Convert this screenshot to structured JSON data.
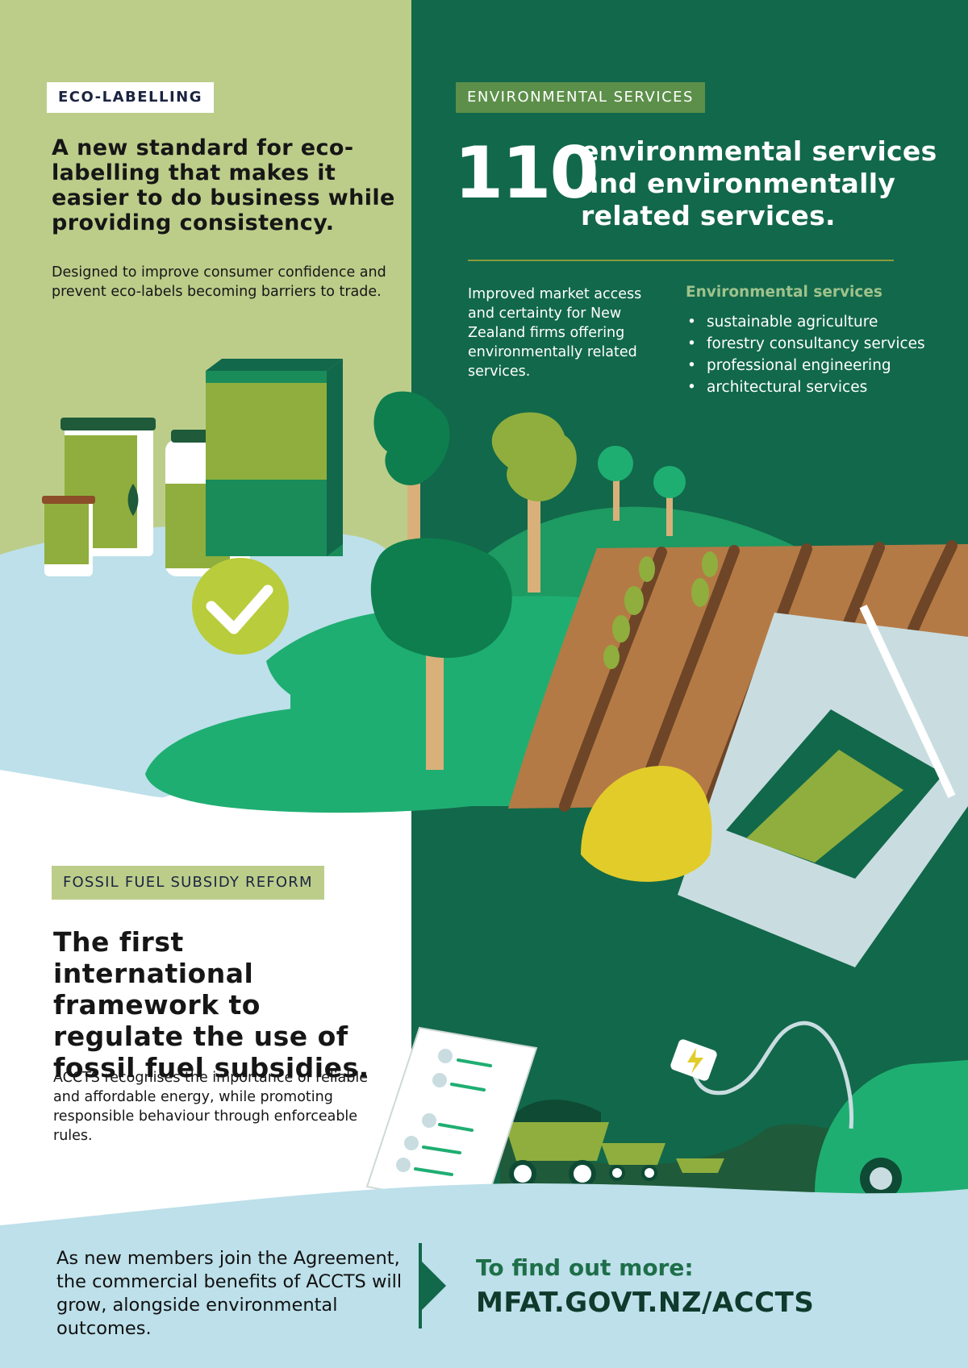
{
  "eco_labelling": {
    "tag": "ECO-LABELLING",
    "headline": "A new standard for eco-labelling that makes it easier to do business while providing consistency.",
    "body": "Designed to improve consumer confidence and prevent eco-labels becoming barriers to trade."
  },
  "environmental_services": {
    "tag": "ENVIRONMENTAL SERVICES",
    "number": "110",
    "headline": "environmental services and environmentally related services.",
    "body": "Improved market access and certainty for New Zealand firms offering environmentally related services.",
    "list_title": "Environmental services",
    "list": [
      "sustainable agriculture",
      "forestry consultancy services",
      "professional engineering",
      "architectural services"
    ]
  },
  "fossil_fuel": {
    "tag": "FOSSIL FUEL SUBSIDY REFORM",
    "headline": "The first international framework to regulate the use of fossil fuel subsidies.",
    "body": "ACCTS recognises the importance of reliable and affordable energy, while promoting responsible behaviour through enforceable rules."
  },
  "footer": {
    "text": "As new members join the Agreement, the commercial benefits of ACCTS will grow, alongside environmental outcomes.",
    "cta_label": "To find out more:",
    "cta_url": "MFAT.GOVT.NZ/ACCTS"
  },
  "colors": {
    "olive_panel": "#bccd8a",
    "dark_green": "#12684a",
    "mid_green": "#1fae72",
    "light_blue": "#bde0ea",
    "accent_lime": "#b9cc3b"
  }
}
